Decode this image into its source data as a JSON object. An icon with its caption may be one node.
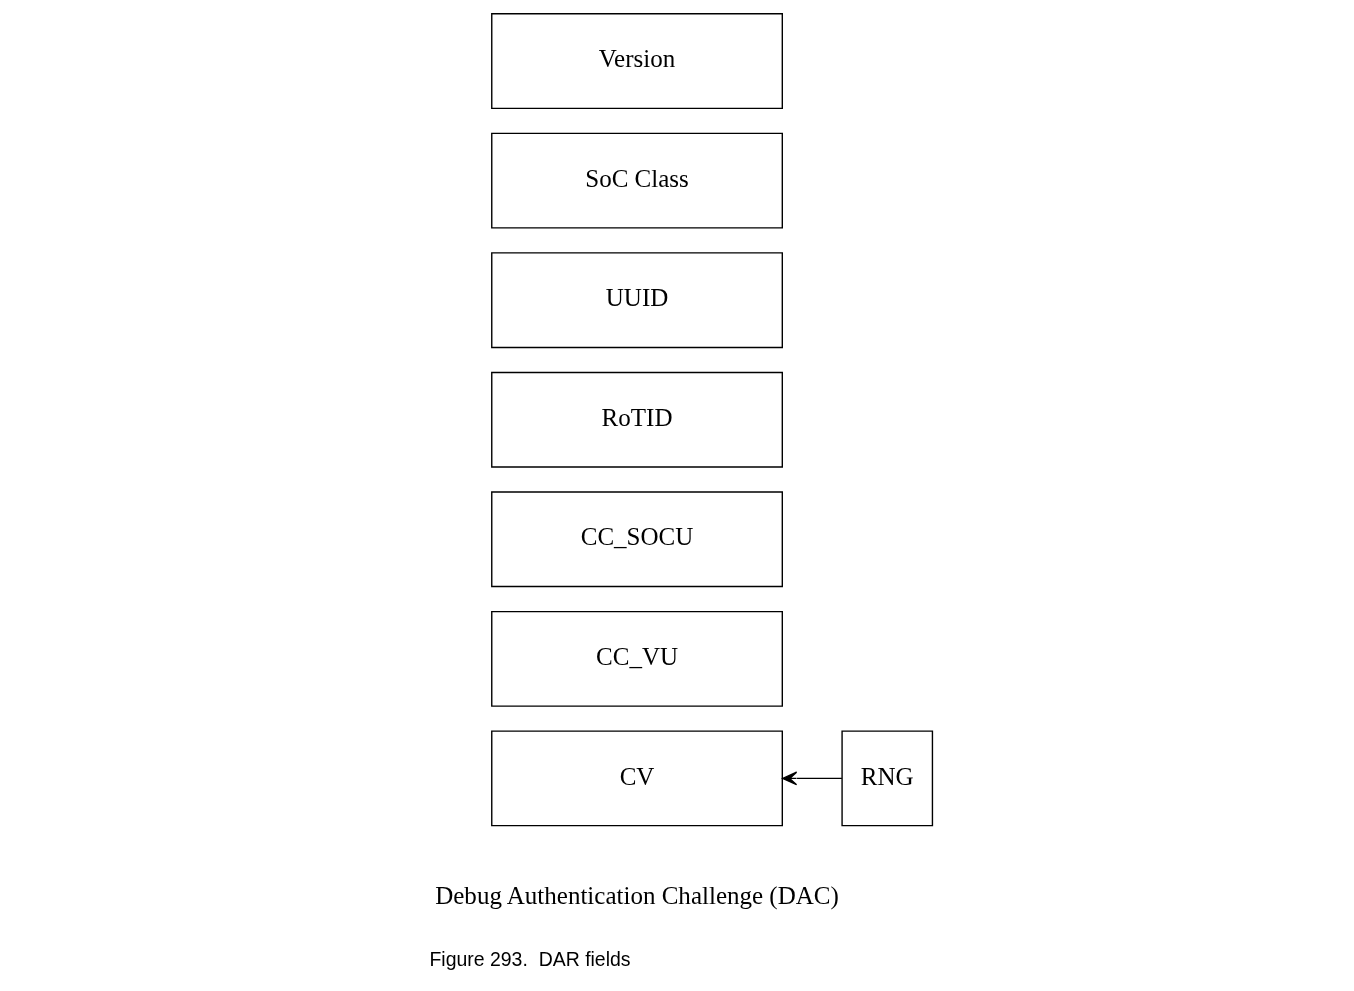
{
  "diagram": {
    "caption": "Figure 293.  DAR fields",
    "nodes": [
      {
        "text": [
          "Version"
        ]
      },
      {
        "text": [
          "SoC Class"
        ]
      },
      {
        "text": [
          "UUID"
        ]
      },
      {
        "text": [
          "RoTID"
        ]
      },
      {
        "text": [
          "CC_SOCU"
        ]
      },
      {
        "text": [
          "CC_VU"
        ]
      },
      {
        "text": [
          "CV"
        ]
      },
      {
        "text": [
          "RNG"
        ]
      }
    ],
    "edges": [
      {
        "from": 7,
        "to": 6,
        "arrow": "to"
      }
    ],
    "labels": [
      "Debug Authentication Challenge (DAC)"
    ]
  }
}
